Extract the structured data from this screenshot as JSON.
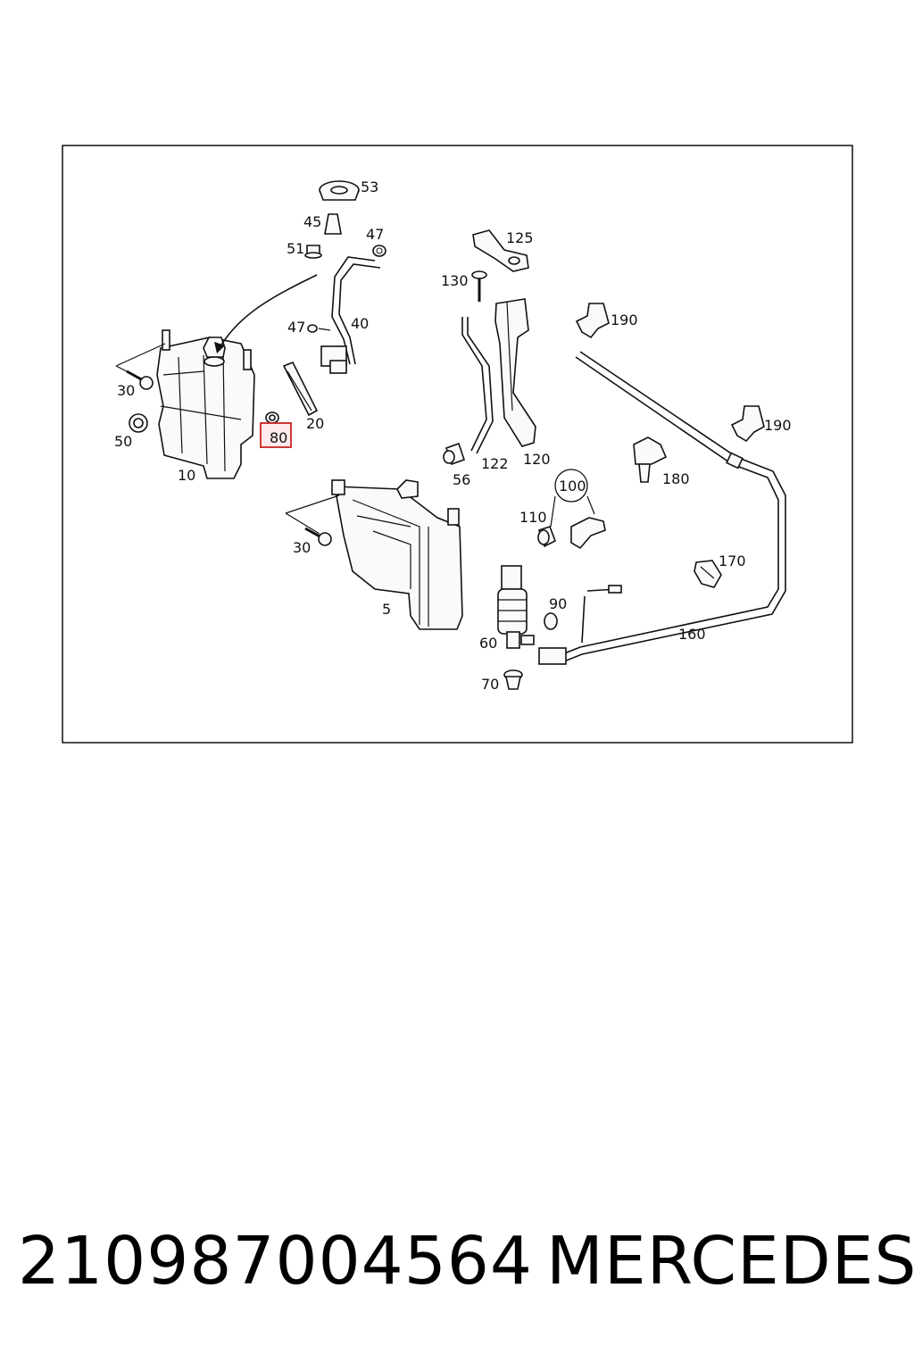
{
  "diagram": {
    "labels": [
      "53",
      "45",
      "47",
      "51",
      "40",
      "47",
      "30",
      "50",
      "10",
      "20",
      "80",
      "125",
      "130",
      "190",
      "190",
      "56",
      "122",
      "120",
      "180",
      "100",
      "110",
      "30",
      "5",
      "90",
      "60",
      "170",
      "160",
      "70"
    ],
    "highlighted": "80",
    "highlight_color": "#cc2222"
  },
  "footer": {
    "part_number": "210987004564",
    "brand": "MERCEDES"
  }
}
